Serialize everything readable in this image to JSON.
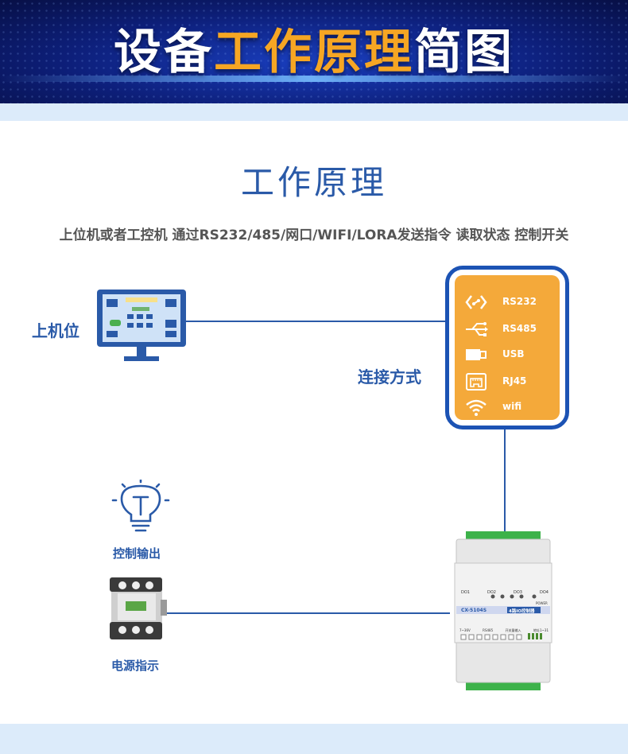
{
  "banner": {
    "part1": "设备",
    "part2": "工作原理",
    "part3": "简图"
  },
  "section": {
    "title": "工作原理",
    "subtitle": "上位机或者工控机 通过RS232/485/网口/WIFI/LORA发送指令 读取状态 控制开关"
  },
  "host": {
    "label": "上机位"
  },
  "connection": {
    "label": "连接方式",
    "items": [
      {
        "icon": "rs232-icon",
        "label": "RS232"
      },
      {
        "icon": "rs485-icon",
        "label": "RS485"
      },
      {
        "icon": "usb-icon",
        "label": "USB"
      },
      {
        "icon": "rj45-icon",
        "label": "RJ45"
      },
      {
        "icon": "wifi-icon",
        "label": "wifi"
      }
    ]
  },
  "control": {
    "label": "控制输出"
  },
  "power": {
    "label": "电源指示"
  },
  "device": {
    "model": "CX-5104S",
    "name": "4路IO控制器",
    "outputs": [
      "DO1",
      "DO2",
      "DO3",
      "DO4"
    ],
    "power_label": "POWER",
    "bottom_labels": [
      "7~36V",
      "RS485",
      "开关量输入",
      "地址1~31"
    ]
  },
  "colors": {
    "accent_blue": "#2a5aa8",
    "orange": "#f4a93a",
    "banner_highlight": "#f6a623",
    "border_blue": "#1c53b4"
  }
}
